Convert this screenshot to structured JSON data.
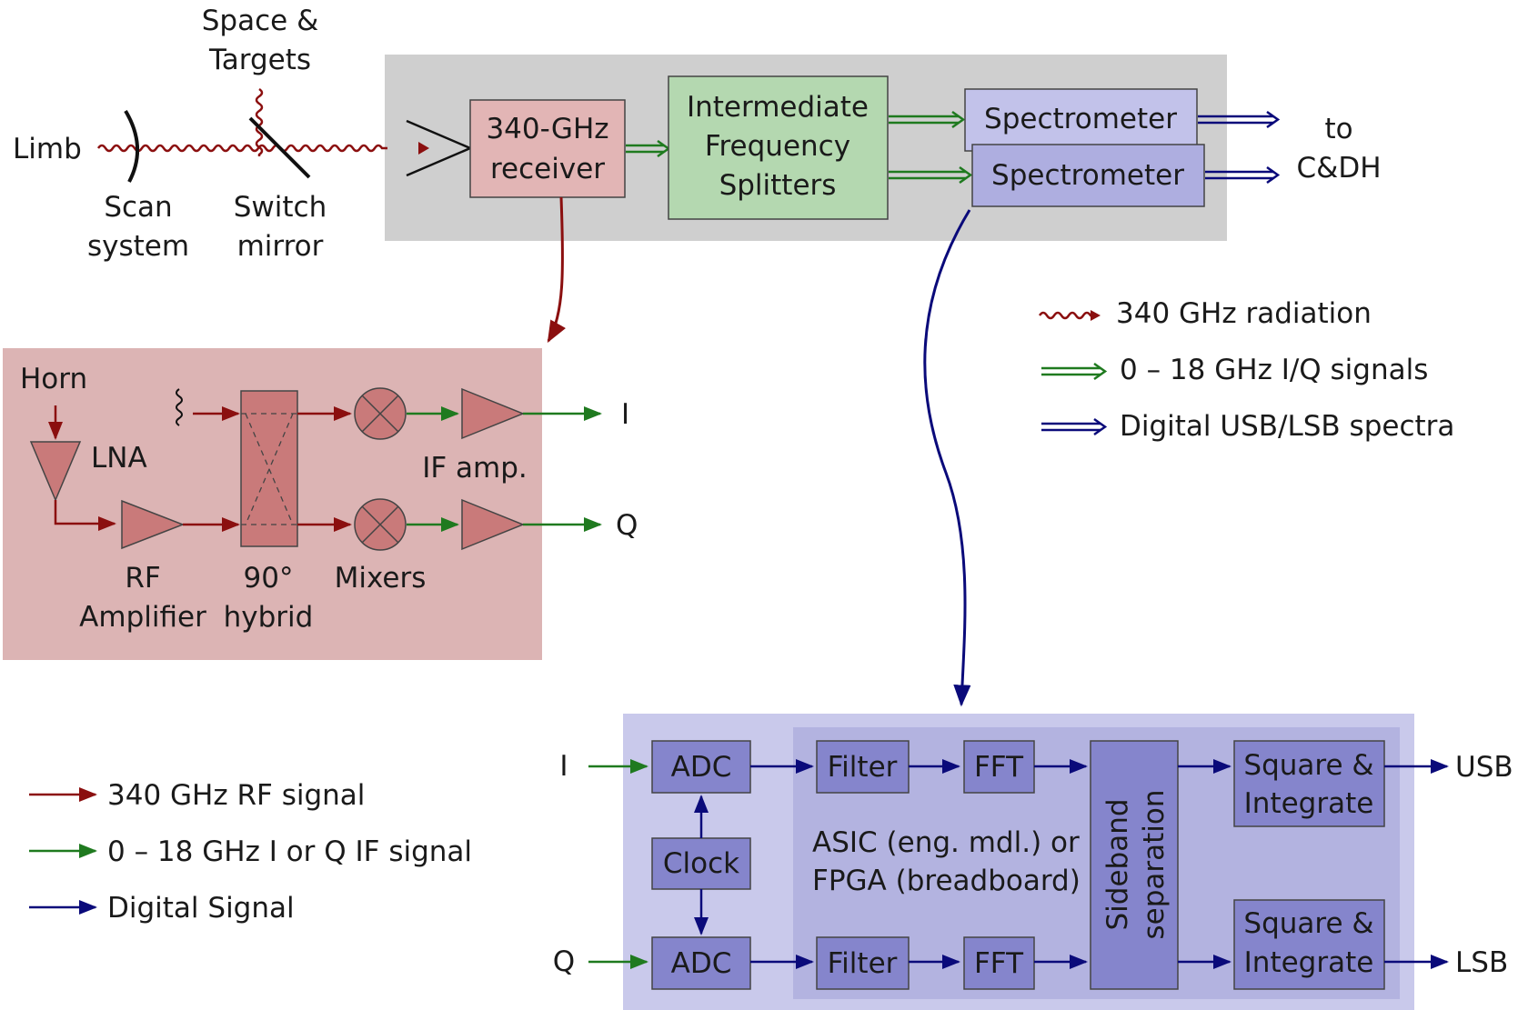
{
  "colors": {
    "rf": "#8b0f0f",
    "if": "#1f7a1f",
    "digital": "#0a0a7a",
    "top_panel": "#cfcfcf",
    "receiver_block": "#e2b5b5",
    "splitter_block": "#b4d8b0",
    "spectrometer_block": "#bcbce6",
    "rf_panel": "#dcb4b4",
    "spec_panel_outer": "#c9c9eb",
    "spec_panel_inner": "#b3b3e0",
    "spec_block": "#8585cc",
    "component_fill": "#c97a7a"
  },
  "top": {
    "space_targets": [
      "Space &",
      "Targets"
    ],
    "limb": "Limb",
    "scan_system": [
      "Scan",
      "system"
    ],
    "switch_mirror": [
      "Switch",
      "mirror"
    ],
    "receiver": [
      "340-GHz",
      "receiver"
    ],
    "splitters": [
      "Intermediate",
      "Frequency",
      "Splitters"
    ],
    "spectrometer_1": "Spectrometer",
    "spectrometer_2": "Spectrometer",
    "to_cdh": [
      "to",
      "C&DH"
    ]
  },
  "legend_top": [
    {
      "label": "340 GHz radiation",
      "style": "wavy",
      "color_key": "rf"
    },
    {
      "label": "0 – 18 GHz I/Q signals",
      "style": "double",
      "color_key": "if"
    },
    {
      "label": "Digital USB/LSB spectra",
      "style": "double",
      "color_key": "digital"
    }
  ],
  "rf_panel": {
    "horn": "Horn",
    "lna": "LNA",
    "rf_amp": [
      "RF",
      "Amplifier"
    ],
    "hybrid": [
      "90°",
      "hybrid"
    ],
    "mixers": "Mixers",
    "if_amp": "IF amp.",
    "out_i": "I",
    "out_q": "Q"
  },
  "legend_bottom": [
    {
      "label": "340 GHz RF signal",
      "color_key": "rf"
    },
    {
      "label": "0 – 18 GHz I or Q IF signal",
      "color_key": "if"
    },
    {
      "label": "Digital Signal",
      "color_key": "digital"
    }
  ],
  "spec_panel": {
    "in_i": "I",
    "in_q": "Q",
    "adc_top": "ADC",
    "adc_bottom": "ADC",
    "clock": "Clock",
    "filter_top": "Filter",
    "filter_bottom": "Filter",
    "fft_top": "FFT",
    "fft_bottom": "FFT",
    "sideband": [
      "Sideband",
      "separation"
    ],
    "asic_note": [
      "ASIC (eng. mdl.) or",
      "FPGA (breadboard)"
    ],
    "square_top": [
      "Square &",
      "Integrate"
    ],
    "square_bottom": [
      "Square &",
      "Integrate"
    ],
    "out_usb": "USB",
    "out_lsb": "LSB"
  }
}
